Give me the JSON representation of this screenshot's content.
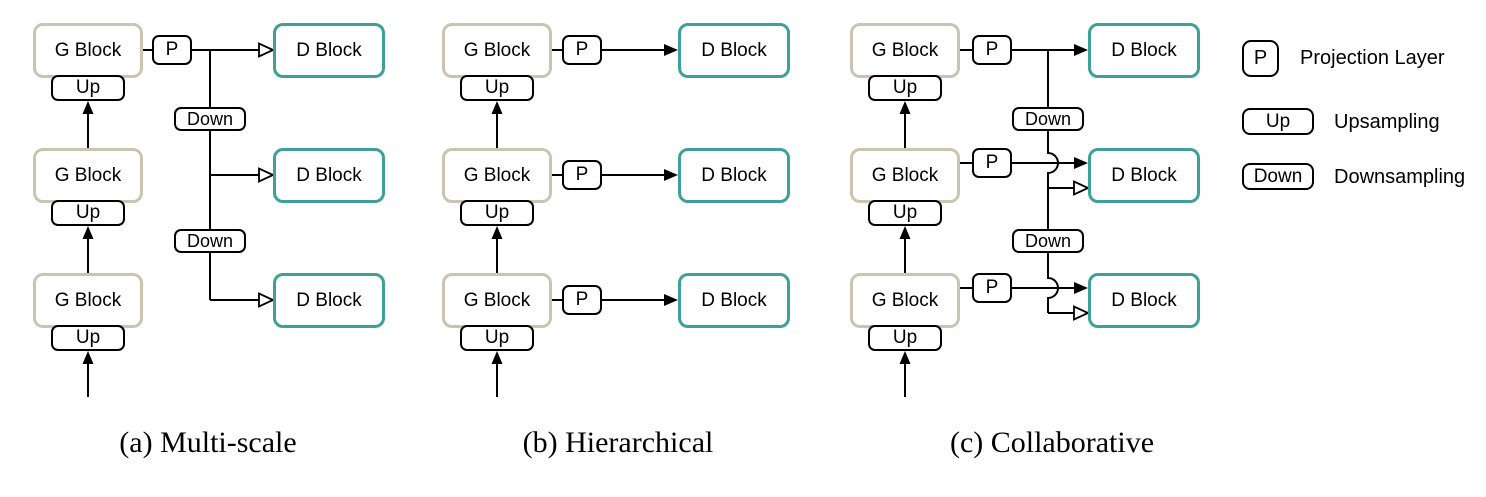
{
  "figure": {
    "labels": {
      "g_block": "G Block",
      "d_block": "D Block",
      "projection": "P",
      "upsample": "Up",
      "downsample": "Down"
    },
    "captions": [
      {
        "id": "a",
        "text": "(a) Multi-scale"
      },
      {
        "id": "b",
        "text": "(b) Hierarchical"
      },
      {
        "id": "c",
        "text": "(c) Collaborative"
      }
    ],
    "legend": [
      {
        "symbol": "P",
        "description": "Projection Layer"
      },
      {
        "symbol": "Up",
        "description": "Upsampling"
      },
      {
        "symbol": "Down",
        "description": "Downsampling"
      }
    ],
    "colors": {
      "g_block_border": "#CBC4B1",
      "d_block_border": "#3F9F99",
      "line": "#000000",
      "background": "#FFFFFF"
    }
  }
}
